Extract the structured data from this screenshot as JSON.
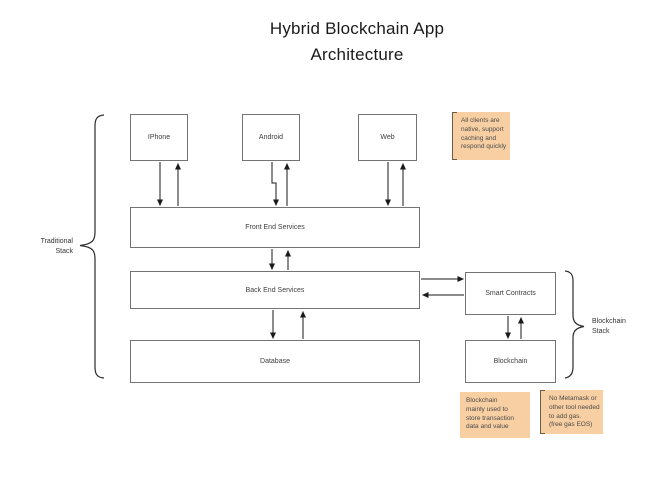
{
  "title": {
    "lines": [
      "Hybrid Blockchain App",
      "Architecture"
    ]
  },
  "nodes": {
    "iphone": {
      "label": "IPhone"
    },
    "android": {
      "label": "Android"
    },
    "web": {
      "label": "Web"
    },
    "front_end": {
      "label": "Front End Services"
    },
    "back_end": {
      "label": "Back End Services"
    },
    "database": {
      "label": "Database"
    },
    "smart_contracts": {
      "label": "Smart Contracts"
    },
    "blockchain": {
      "label": "Blockchain"
    }
  },
  "stack_labels": {
    "traditional": {
      "lines": [
        "Traditional",
        "Stack"
      ]
    },
    "blockchain": {
      "lines": [
        "Blockchain",
        "Stack"
      ]
    }
  },
  "notes": {
    "clients": {
      "lines": [
        "All clients are",
        "native, support",
        "caching and",
        "respond quickly"
      ]
    },
    "blockchain_usage": {
      "lines": [
        "Blockchain",
        "mainly used to",
        "store transaction",
        "data and value"
      ]
    },
    "metamask": {
      "lines": [
        "No Metamask or",
        "other tool needed",
        "to add gas.",
        "(free gas EOS)"
      ]
    }
  },
  "colors": {
    "note_fill": "#f8cfa2",
    "note_bracket": "#6d5b44",
    "box_border": "#737373",
    "connector": "#1a1a1a",
    "text": "#3d3d3d"
  }
}
